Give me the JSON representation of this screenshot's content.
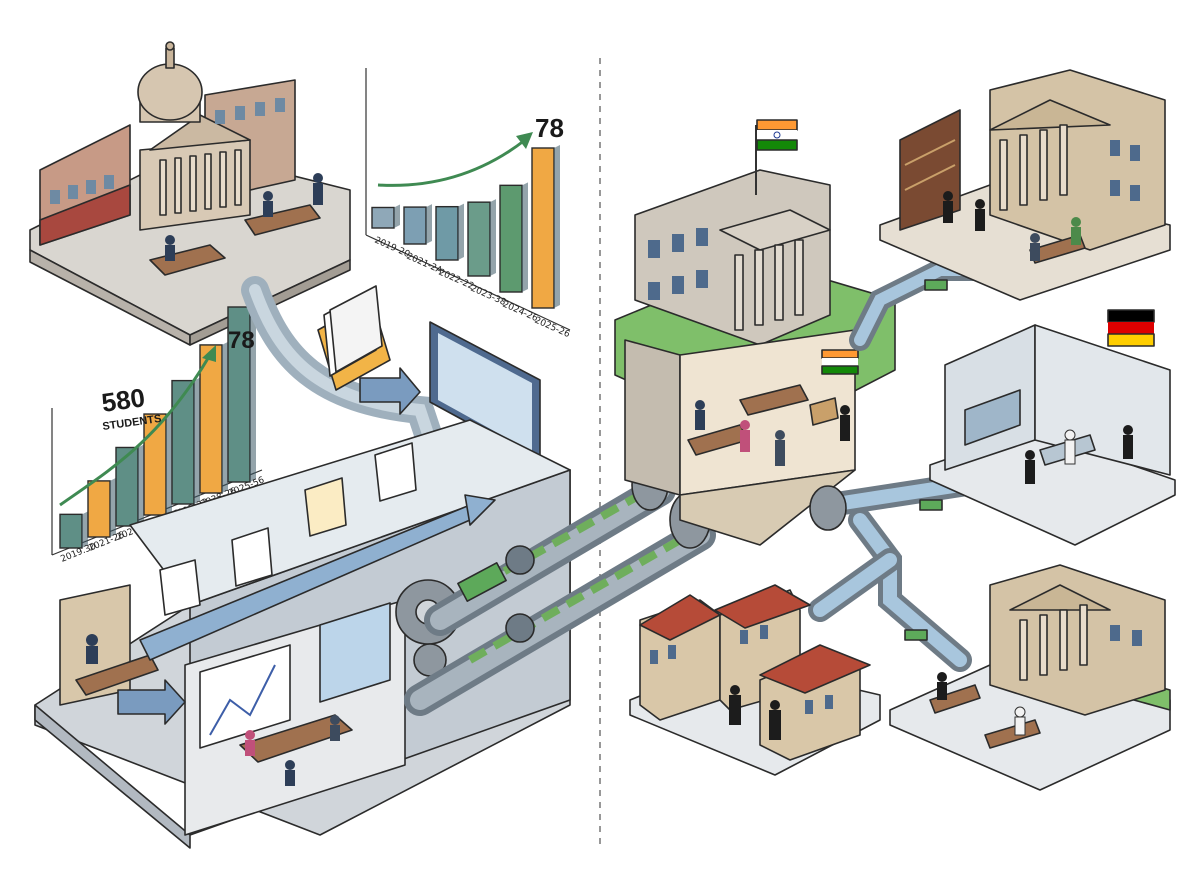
{
  "chart_data": [
    {
      "type": "bar",
      "categories": [
        "2019-20",
        "2021-2A",
        "2022-22",
        "2023-38",
        "2024-26",
        "2025-26"
      ],
      "values": [
        10,
        18,
        26,
        36,
        52,
        78
      ],
      "annotation": "78",
      "colors": [
        "#8fa8b8",
        "#7d9fb3",
        "#6f9aa6",
        "#6b9c8a",
        "#5d9a6f",
        "#f0a844"
      ]
    },
    {
      "type": "bar",
      "categories": [
        "2019.30",
        "2021-26",
        "2021-21",
        "2013-23",
        "2015-23",
        "3038-26",
        "2025-56"
      ],
      "values": [
        15,
        25,
        35,
        45,
        55,
        66,
        78
      ],
      "annotation": "78",
      "callout": "580",
      "callout_sub": "STUDENTS",
      "colors": [
        "#5f8f86",
        "#f0a844",
        "#5f8f86",
        "#f0a844",
        "#5f8f86",
        "#f0a844",
        "#5f8f86"
      ]
    }
  ],
  "colors": {
    "pipe": "#9fb0bd",
    "money": "#5da95a",
    "india_flag": [
      "#ff9933",
      "#ffffff",
      "#138808"
    ],
    "germany_flag": [
      "#000000",
      "#dd0000",
      "#ffce00"
    ]
  },
  "icons": [
    "capitol-building-icon",
    "gear-icon",
    "document-icon",
    "folder-icon",
    "monitor-icon",
    "flag-icon",
    "graduate-icon",
    "pipe-icon"
  ]
}
